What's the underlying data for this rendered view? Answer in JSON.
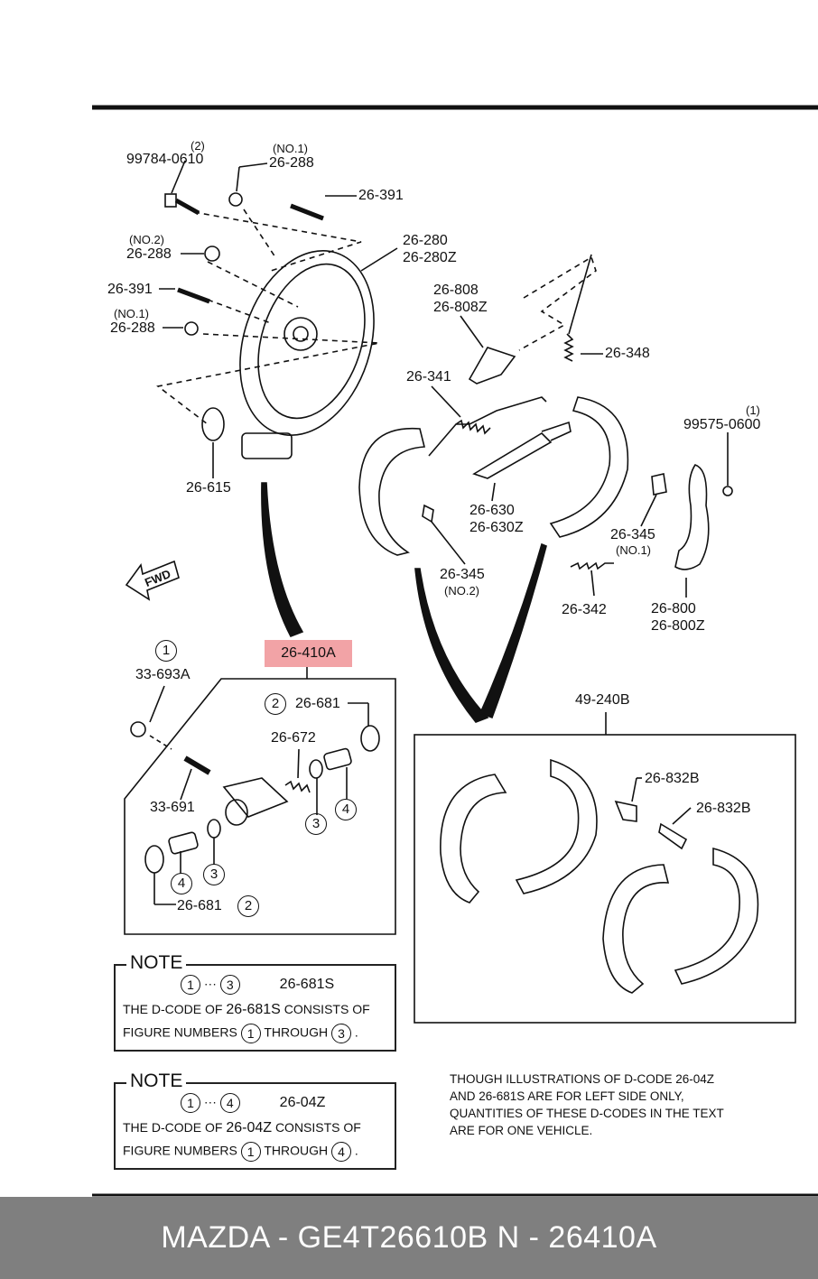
{
  "diagram": {
    "top_labels": {
      "bolt_qty": "(2)",
      "bolt_code": "99784-0610",
      "nut1_note": "(NO.1)",
      "nut1_code": "26-288",
      "bolt2_code": "26-391",
      "plate_code_a": "26-280",
      "plate_code_b": "26-280Z",
      "nut2_note": "(NO.2)",
      "nut2_code": "26-288",
      "bolt3_code": "26-391",
      "nut3_note": "(NO.1)",
      "nut3_code": "26-288",
      "seal_code": "26-615",
      "lever_code_a": "26-808",
      "lever_code_b": "26-808Z",
      "spring_code": "26-348",
      "spring2_code": "26-341",
      "clip_qty": "(1)",
      "clip_code": "99575-0600",
      "adjuster_code_a": "26-630",
      "adjuster_code_b": "26-630Z",
      "pin1_code": "26-345",
      "pin1_note": "(NO.1)",
      "pin2_code": "26-345",
      "pin2_note": "(NO.2)",
      "spring3_code": "26-342",
      "park_lever_a": "26-800",
      "park_lever_b": "26-800Z",
      "fwd": "FWD"
    },
    "cylinder": {
      "highlight_code": "26-410A",
      "cap_num": "1",
      "cap_code": "33-693A",
      "boot_num_top": "2",
      "boot_code_top": "26-681",
      "spring_code": "26-672",
      "bleeder_code": "33-691",
      "piston_num_a": "3",
      "piston_num_b": "4",
      "piston_num_c": "4",
      "piston_num_d": "3",
      "boot_code_bottom": "26-681",
      "boot_num_bottom": "2"
    },
    "shoe_kit": {
      "code": "49-240B",
      "pin_a": "26-832B",
      "pin_b": "26-832B"
    }
  },
  "notes": [
    {
      "title": "NOTE",
      "from": "1",
      "sep": "···",
      "to": "3",
      "dcode": "26-681S",
      "line1_pre": "THE D-CODE OF",
      "line1_code": "26-681S",
      "line1_post": "CONSISTS OF",
      "line2_pre": "FIGURE NUMBERS",
      "line2_from": "1",
      "line2_mid": "THROUGH",
      "line2_to": "3",
      "line2_end": "."
    },
    {
      "title": "NOTE",
      "from": "1",
      "sep": "···",
      "to": "4",
      "dcode": "26-04Z",
      "line1_pre": "THE D-CODE OF",
      "line1_code": "26-04Z",
      "line1_post": "CONSISTS OF",
      "line2_pre": "FIGURE NUMBERS",
      "line2_from": "1",
      "line2_mid": "THROUGH",
      "line2_to": "4",
      "line2_end": "."
    }
  ],
  "footnote": "THOUGH ILLUSTRATIONS OF D-CODE 26-04Z\nAND 26-681S ARE FOR LEFT SIDE ONLY,\nQUANTITIES OF THESE D-CODES IN THE TEXT\nARE FOR ONE VEHICLE.",
  "footer": {
    "text": "MAZDA - GE4T26610B     N - 26410A"
  },
  "colors": {
    "highlight": "#f2a3a6",
    "footer_bg": "#7f7f7f",
    "footer_text": "#ffffff"
  }
}
